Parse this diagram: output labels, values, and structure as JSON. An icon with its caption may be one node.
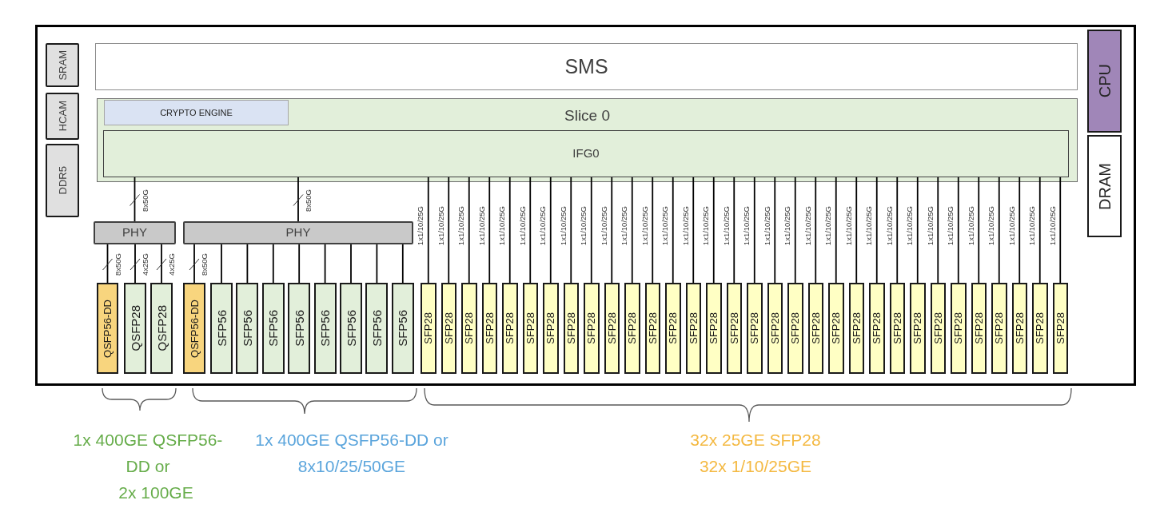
{
  "diagram": {
    "nodes": [
      {
        "text": [],
        "shape": "box"
      },
      {
        "text": [
          "SRAM"
        ],
        "in": 0
      },
      {
        "text": [
          "HCAM"
        ],
        "in": 0
      },
      {
        "text": [
          "DDR5"
        ],
        "in": 0
      },
      {
        "text": [
          "SMS"
        ],
        "in": 0
      },
      {
        "text": [
          "Slice 0"
        ],
        "in": 0
      },
      {
        "text": [
          "CRYPTO ENGINE"
        ],
        "in": 5
      },
      {
        "text": [
          "IFG0"
        ],
        "in": 5
      },
      {
        "text": [
          "CPU"
        ],
        "in": 0
      },
      {
        "text": [
          "DRAM"
        ],
        "in": 0
      },
      {
        "text": [
          "PHY"
        ],
        "in": 0
      },
      {
        "text": [
          "PHY"
        ],
        "in": 0
      },
      {
        "text": [
          "QSFP56-DD"
        ],
        "in": 0
      },
      {
        "text": [
          "QSFP28"
        ],
        "in": 0
      },
      {
        "text": [
          "QSFP28"
        ],
        "in": 0
      },
      {
        "text": [
          "QSFP56-DD"
        ],
        "in": 0
      },
      {
        "text": [
          "SFP56"
        ],
        "in": 0
      },
      {
        "text": [
          "SFP56"
        ],
        "in": 0
      },
      {
        "text": [
          "SFP56"
        ],
        "in": 0
      },
      {
        "text": [
          "SFP56"
        ],
        "in": 0
      },
      {
        "text": [
          "SFP56"
        ],
        "in": 0
      },
      {
        "text": [
          "SFP56"
        ],
        "in": 0
      },
      {
        "text": [
          "SFP56"
        ],
        "in": 0
      },
      {
        "text": [
          "SFP56"
        ],
        "in": 0
      },
      {
        "text": [
          "SFP28"
        ],
        "in": 0
      },
      {
        "text": [
          "SFP28"
        ],
        "in": 0
      },
      {
        "text": [
          "SFP28"
        ],
        "in": 0
      },
      {
        "text": [
          "SFP28"
        ],
        "in": 0
      },
      {
        "text": [
          "SFP28"
        ],
        "in": 0
      },
      {
        "text": [
          "SFP28"
        ],
        "in": 0
      },
      {
        "text": [
          "SFP28"
        ],
        "in": 0
      },
      {
        "text": [
          "SFP28"
        ],
        "in": 0
      },
      {
        "text": [
          "SFP28"
        ],
        "in": 0
      },
      {
        "text": [
          "SFP28"
        ],
        "in": 0
      },
      {
        "text": [
          "SFP28"
        ],
        "in": 0
      },
      {
        "text": [
          "SFP28"
        ],
        "in": 0
      },
      {
        "text": [
          "SFP28"
        ],
        "in": 0
      },
      {
        "text": [
          "SFP28"
        ],
        "in": 0
      },
      {
        "text": [
          "SFP28"
        ],
        "in": 0
      },
      {
        "text": [
          "SFP28"
        ],
        "in": 0
      },
      {
        "text": [
          "SFP28"
        ],
        "in": 0
      },
      {
        "text": [
          "SFP28"
        ],
        "in": 0
      },
      {
        "text": [
          "SFP28"
        ],
        "in": 0
      },
      {
        "text": [
          "SFP28"
        ],
        "in": 0
      },
      {
        "text": [
          "SFP28"
        ],
        "in": 0
      },
      {
        "text": [
          "SFP28"
        ],
        "in": 0
      },
      {
        "text": [
          "SFP28"
        ],
        "in": 0
      },
      {
        "text": [
          "SFP28"
        ],
        "in": 0
      },
      {
        "text": [
          "SFP28"
        ],
        "in": 0
      },
      {
        "text": [
          "SFP28"
        ],
        "in": 0
      },
      {
        "text": [
          "SFP28"
        ],
        "in": 0
      },
      {
        "text": [
          "SFP28"
        ],
        "in": 0
      },
      {
        "text": [
          "SFP28"
        ],
        "in": 0
      },
      {
        "text": [
          "SFP28"
        ],
        "in": 0
      },
      {
        "text": [
          "SFP28"
        ],
        "in": 0
      },
      {
        "text": [
          "SFP28"
        ],
        "in": 0
      }
    ],
    "edges": [
      {
        "from": 7,
        "to": 10,
        "arrow": "none",
        "label": "8x50G"
      },
      {
        "from": 7,
        "to": 11,
        "arrow": "none",
        "label": "8x50G"
      },
      {
        "from": 10,
        "to": 12,
        "arrow": "none",
        "label": "8x50G"
      },
      {
        "from": 10,
        "to": 13,
        "arrow": "none",
        "label": "4x25G"
      },
      {
        "from": 10,
        "to": 14,
        "arrow": "none",
        "label": "4x25G"
      },
      {
        "from": 11,
        "to": 15,
        "arrow": "none",
        "label": "8x50G"
      },
      {
        "from": 11,
        "to": 16,
        "arrow": "none"
      },
      {
        "from": 11,
        "to": 17,
        "arrow": "none"
      },
      {
        "from": 11,
        "to": 18,
        "arrow": "none"
      },
      {
        "from": 11,
        "to": 19,
        "arrow": "none"
      },
      {
        "from": 11,
        "to": 20,
        "arrow": "none"
      },
      {
        "from": 11,
        "to": 21,
        "arrow": "none"
      },
      {
        "from": 11,
        "to": 22,
        "arrow": "none"
      },
      {
        "from": 11,
        "to": 23,
        "arrow": "none"
      },
      {
        "from": 7,
        "to": 24,
        "arrow": "none",
        "label": "1x1/10/25G"
      },
      {
        "from": 7,
        "to": 25,
        "arrow": "none",
        "label": "1x1/10/25G"
      },
      {
        "from": 7,
        "to": 26,
        "arrow": "none",
        "label": "1x1/10/25G"
      },
      {
        "from": 7,
        "to": 27,
        "arrow": "none",
        "label": "1x1/10/25G"
      },
      {
        "from": 7,
        "to": 28,
        "arrow": "none",
        "label": "1x1/10/25G"
      },
      {
        "from": 7,
        "to": 29,
        "arrow": "none",
        "label": "1x1/10/25G"
      },
      {
        "from": 7,
        "to": 30,
        "arrow": "none",
        "label": "1x1/10/25G"
      },
      {
        "from": 7,
        "to": 31,
        "arrow": "none",
        "label": "1x1/10/25G"
      },
      {
        "from": 7,
        "to": 32,
        "arrow": "none",
        "label": "1x1/10/25G"
      },
      {
        "from": 7,
        "to": 33,
        "arrow": "none",
        "label": "1x1/10/25G"
      },
      {
        "from": 7,
        "to": 34,
        "arrow": "none",
        "label": "1x1/10/25G"
      },
      {
        "from": 7,
        "to": 35,
        "arrow": "none",
        "label": "1x1/10/25G"
      },
      {
        "from": 7,
        "to": 36,
        "arrow": "none",
        "label": "1x1/10/25G"
      },
      {
        "from": 7,
        "to": 37,
        "arrow": "none",
        "label": "1x1/10/25G"
      },
      {
        "from": 7,
        "to": 38,
        "arrow": "none",
        "label": "1x1/10/25G"
      },
      {
        "from": 7,
        "to": 39,
        "arrow": "none",
        "label": "1x1/10/25G"
      },
      {
        "from": 7,
        "to": 40,
        "arrow": "none",
        "label": "1x1/10/25G"
      },
      {
        "from": 7,
        "to": 41,
        "arrow": "none",
        "label": "1x1/10/25G"
      },
      {
        "from": 7,
        "to": 42,
        "arrow": "none",
        "label": "1x1/10/25G"
      },
      {
        "from": 7,
        "to": 43,
        "arrow": "none",
        "label": "1x1/10/25G"
      },
      {
        "from": 7,
        "to": 44,
        "arrow": "none",
        "label": "1x1/10/25G"
      },
      {
        "from": 7,
        "to": 45,
        "arrow": "none",
        "label": "1x1/10/25G"
      },
      {
        "from": 7,
        "to": 46,
        "arrow": "none",
        "label": "1x1/10/25G"
      },
      {
        "from": 7,
        "to": 47,
        "arrow": "none",
        "label": "1x1/10/25G"
      },
      {
        "from": 7,
        "to": 48,
        "arrow": "none",
        "label": "1x1/10/25G"
      },
      {
        "from": 7,
        "to": 49,
        "arrow": "none",
        "label": "1x1/10/25G"
      },
      {
        "from": 7,
        "to": 50,
        "arrow": "none",
        "label": "1x1/10/25G"
      },
      {
        "from": 7,
        "to": 51,
        "arrow": "none",
        "label": "1x1/10/25G"
      },
      {
        "from": 7,
        "to": 52,
        "arrow": "none",
        "label": "1x1/10/25G"
      },
      {
        "from": 7,
        "to": 53,
        "arrow": "none",
        "label": "1x1/10/25G"
      },
      {
        "from": 7,
        "to": 54,
        "arrow": "none",
        "label": "1x1/10/25G"
      },
      {
        "from": 7,
        "to": 55,
        "arrow": "none",
        "label": "1x1/10/25G"
      }
    ],
    "labels": [
      "1x 400GE QSFP56-DD or",
      "2x 100GE",
      "1x 400GE QSFP56-DD or 8x10/25/50GE",
      "32x 25GE SFP28",
      "32x 1/10/25GE"
    ]
  }
}
